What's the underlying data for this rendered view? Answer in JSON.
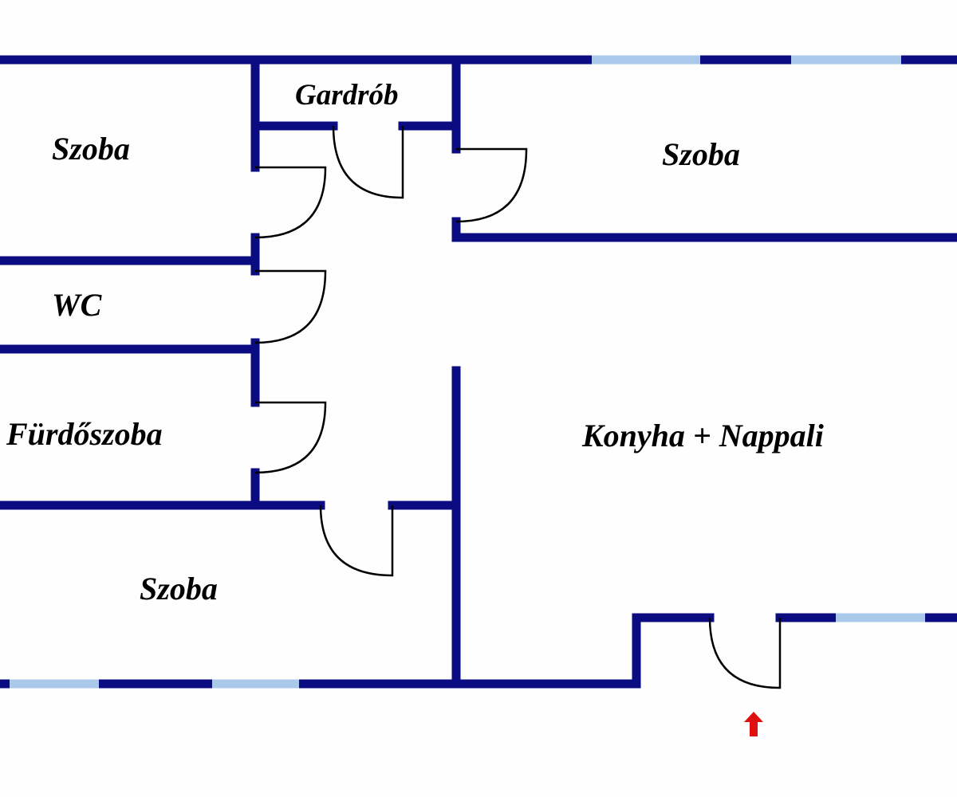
{
  "title": "Floor plan",
  "rooms": {
    "szoba_top_left": "Szoba",
    "gardrob": "Gardrób",
    "szoba_top_right": "Szoba",
    "wc": "WC",
    "furdoszoba": "Fürdőszoba",
    "konyha_nappali": "Konyha + Nappali",
    "szoba_bottom_left": "Szoba"
  },
  "entrance_marker": "arrow-up-icon",
  "colors": {
    "wall": "#0c0c82",
    "window": "#a9c8ea",
    "door": "#000000",
    "entrance_arrow": "#e01010"
  }
}
